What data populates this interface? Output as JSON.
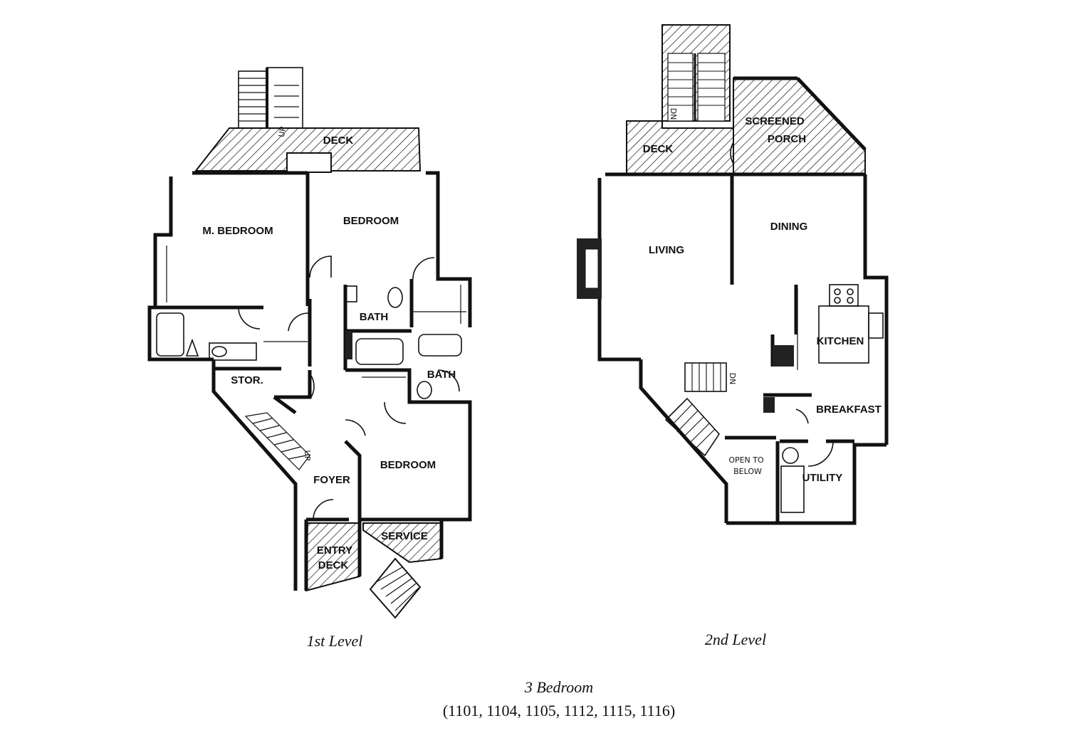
{
  "level1": {
    "caption": "1st Level",
    "rooms": {
      "deck": "DECK",
      "m_bedroom": "M. BEDROOM",
      "bedroom_top": "BEDROOM",
      "bath_upper": "BATH",
      "bath_lower": "BATH",
      "stor": "STOR.",
      "foyer": "FOYER",
      "bedroom_bottom": "BEDROOM",
      "entry_deck_line1": "ENTRY",
      "entry_deck_line2": "DECK",
      "service": "SERVICE"
    },
    "stair_labels": {
      "up_top": "UP",
      "up_foyer": "UP"
    }
  },
  "level2": {
    "caption": "2nd Level",
    "rooms": {
      "deck": "DECK",
      "screened_porch_line1": "SCREENED",
      "screened_porch_line2": "PORCH",
      "living": "LIVING",
      "dining": "DINING",
      "kitchen": "KITCHEN",
      "breakfast": "BREAKFAST",
      "utility": "UTILITY",
      "open_line1": "OPEN TO",
      "open_line2": "BELOW"
    },
    "stair_labels": {
      "dn_top": "DN",
      "dn_mid": "DN"
    }
  },
  "footer": {
    "title": "3 Bedroom",
    "units": "(1101, 1104, 1105, 1112, 1115, 1116)"
  }
}
